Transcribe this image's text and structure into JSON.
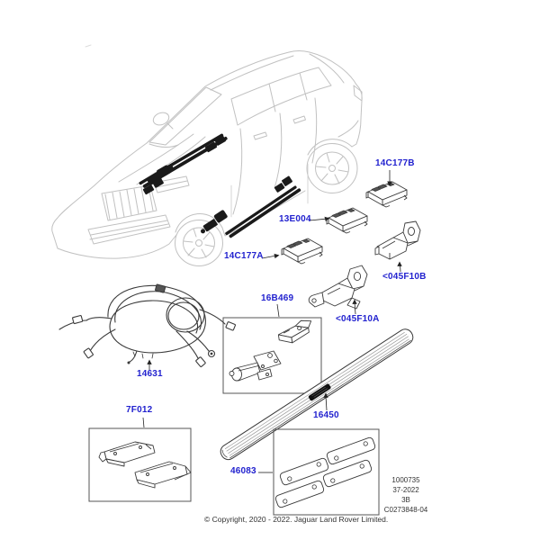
{
  "labels": [
    {
      "id": "14C177B",
      "text": "14C177B"
    },
    {
      "id": "13E004",
      "text": "13E004"
    },
    {
      "id": "14C177A",
      "text": "14C177A"
    },
    {
      "id": "045F10B",
      "text": "<045F10B"
    },
    {
      "id": "045F10A",
      "text": "<045F10A"
    },
    {
      "id": "16B469",
      "text": "16B469"
    },
    {
      "id": "14631",
      "text": "14631"
    },
    {
      "id": "7F012",
      "text": "7F012"
    },
    {
      "id": "16450",
      "text": "16450"
    },
    {
      "id": "46083",
      "text": "46083"
    }
  ],
  "footer": {
    "copyright": "© Copyright, 2020 - 2022. Jaguar Land Rover Limited.",
    "sheet_info": [
      "1000735",
      "37-2022",
      "3B",
      "C0273848-04"
    ]
  },
  "colors": {
    "label_blue": "#2222cf",
    "part_line": "#3a3a3a",
    "vehicle_line": "#c1c1c1",
    "rail_black": "#1a1a1a"
  }
}
